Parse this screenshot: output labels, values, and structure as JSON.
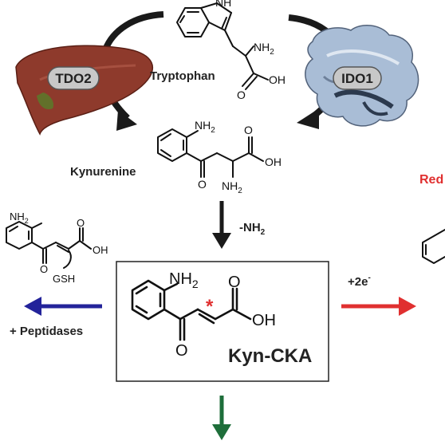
{
  "enzymes": {
    "left": "TDO2",
    "right": "IDO1"
  },
  "molecules": {
    "tryptophan": {
      "name": "Tryptophan",
      "nh": "NH",
      "nh2": "NH",
      "oh": "OH"
    },
    "kynurenine": {
      "name": "Kynurenine",
      "nh2_top": "NH",
      "nh2_bottom": "NH",
      "oh": "OH",
      "o": "O"
    },
    "gsh_adduct": {
      "nh2": "NH",
      "oh": "OH",
      "gsh": "GSH",
      "o": "O"
    },
    "kyn_cka": {
      "name": "Kyn-CKA",
      "nh2": "NH",
      "oh": "OH",
      "o1": "O",
      "o2": "O",
      "star": "*"
    }
  },
  "subscripts": {
    "two": "2"
  },
  "arrows": {
    "deamination": "-NH",
    "left_label": "+ Peptidases",
    "right_label": "+2e",
    "right_superscript": "-"
  },
  "right_partial_text": "Red",
  "colors": {
    "liver": "#8e3a2c",
    "ido_cell": "#a9bdd6",
    "arrow_left": "#23239a",
    "arrow_right": "#e03030",
    "arrow_down": "#1e6e3a",
    "star": "#e03030"
  }
}
